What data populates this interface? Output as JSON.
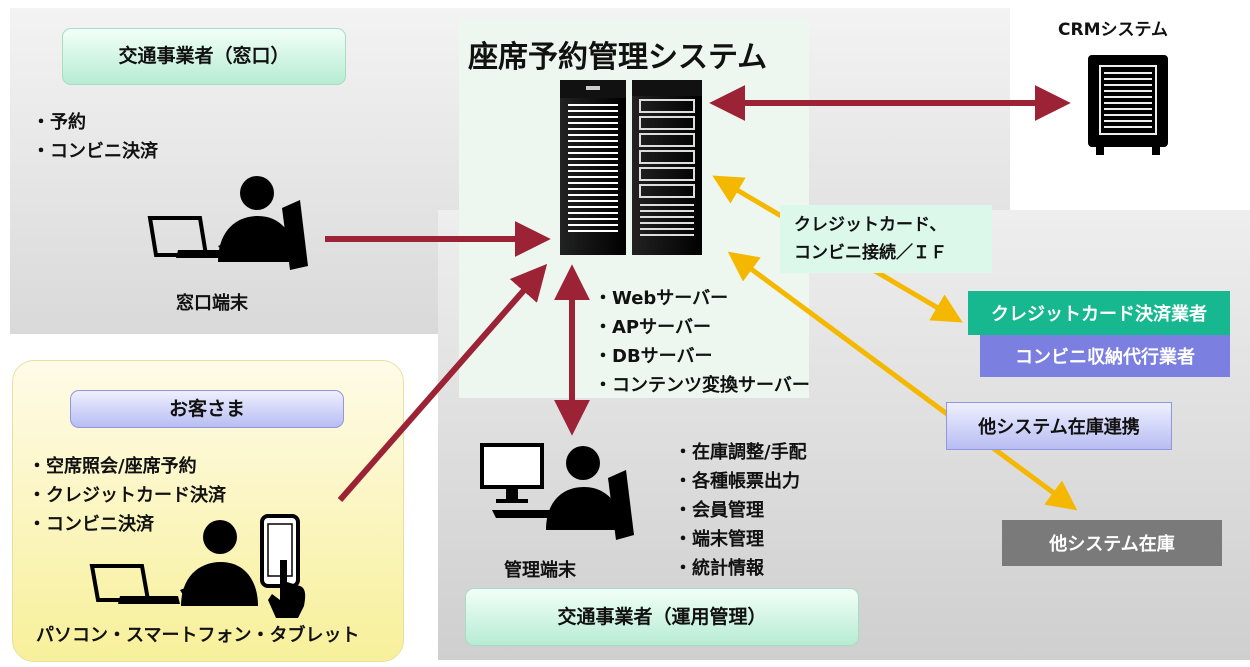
{
  "system_title": "座席予約管理システム",
  "crm_label": "CRMシステム",
  "counter_operator": {
    "label": "交通事業者（窓口）",
    "functions": [
      "・予約",
      "・コンビニ決済"
    ],
    "terminal_label": "窓口端末"
  },
  "customer": {
    "label": "お客さま",
    "functions": [
      "・空席照会/座席予約",
      "・クレジットカード決済",
      "・コンビニ決済"
    ],
    "devices_label": "パソコン・スマートフォン・タブレット"
  },
  "servers": [
    "・Webサーバー",
    "・APサーバー",
    "・DBサーバー",
    "・コンテンツ変換サーバー"
  ],
  "admin": {
    "terminal_label": "管理端末",
    "functions": [
      "・在庫調整/手配",
      "・各種帳票出力",
      "・会員管理",
      "・端末管理",
      "・統計情報"
    ],
    "operator_label": "交通事業者（運用管理）"
  },
  "integrations": {
    "payment_if_label_1": "クレジットカード、",
    "payment_if_label_2": "コンビニ接続／ＩＦ",
    "credit_card_vendor": "クレジットカード決済業者",
    "convenience_vendor": "コンビニ収納代行業者",
    "other_system_link": "他システム在庫連携",
    "other_system_stock": "他システム在庫"
  },
  "colors": {
    "arrow_red": "#9b2335",
    "arrow_yellow": "#f5b800",
    "vendor_green": "#17b890",
    "vendor_purple": "#7b7fe0",
    "stock_gray": "#7a7a7a"
  }
}
